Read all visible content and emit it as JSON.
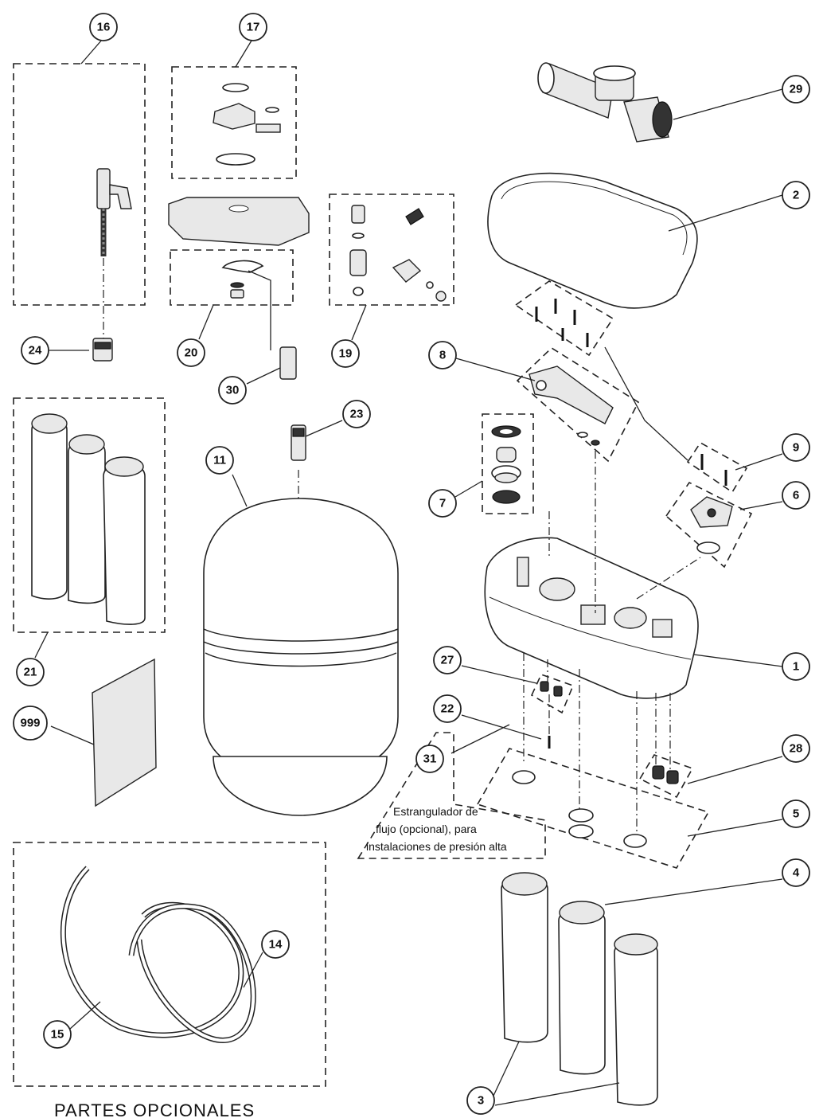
{
  "callouts": {
    "c16": "16",
    "c17": "17",
    "c29": "29",
    "c2": "2",
    "c19": "19",
    "c24": "24",
    "c20": "20",
    "c30": "30",
    "c8": "8",
    "c23": "23",
    "c11": "11",
    "c7": "7",
    "c9": "9",
    "c6": "6",
    "c21": "21",
    "c1": "1",
    "c27": "27",
    "c22": "22",
    "c999": "999",
    "c31": "31",
    "c28": "28",
    "c5": "5",
    "c4": "4",
    "c14": "14",
    "c15": "15",
    "c3": "3"
  },
  "note": {
    "line1": "Estrangulador de",
    "line2": "flujo (opcional), para",
    "line3": "instalaciones de presión alta"
  },
  "footer": {
    "label": "PARTES OPCIONALES"
  }
}
